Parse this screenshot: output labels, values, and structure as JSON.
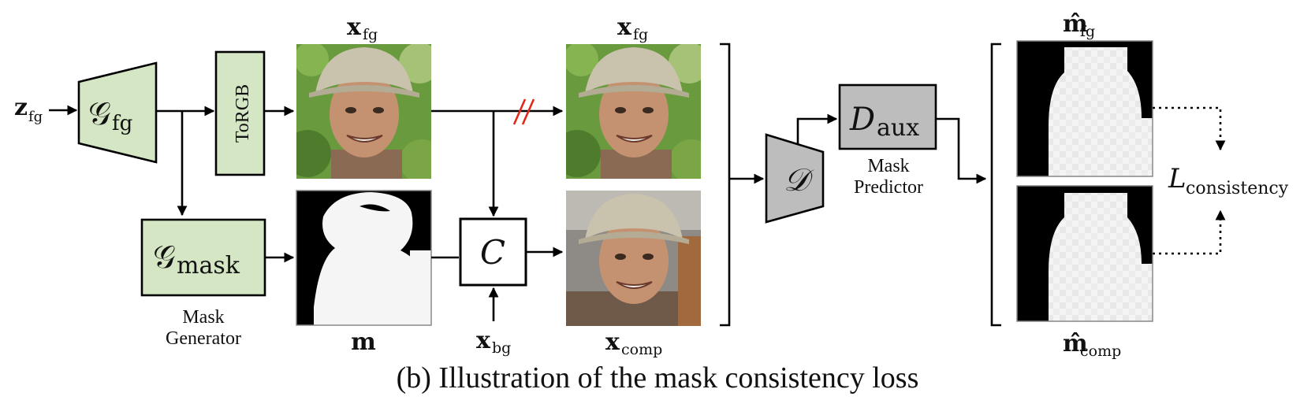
{
  "title": "(b) Illustration of the mask consistency loss",
  "colors": {
    "generator_fill": "#d4e6c3",
    "discriminator_fill": "#bdbdbd",
    "strike_mark": "#e0291b",
    "line": "#000000"
  },
  "inputs": {
    "z_fg": {
      "base": "z",
      "sub": "fg"
    },
    "x_bg": {
      "base": "x",
      "sub": "bg"
    }
  },
  "generator_fg": {
    "base": "𝒢",
    "sub": "fg"
  },
  "to_rgb": {
    "label": "ToRGB"
  },
  "generator_mask": {
    "base": "𝒢",
    "sub": "mask",
    "caption_line1": "Mask",
    "caption_line2": "Generator"
  },
  "composite": {
    "label": "C"
  },
  "images": {
    "x_fg_top": {
      "base": "x",
      "sub": "fg"
    },
    "mask_m": {
      "label": "m"
    },
    "x_fg_right": {
      "base": "x",
      "sub": "fg"
    },
    "x_comp": {
      "base": "x",
      "sub": "comp"
    }
  },
  "discriminator": {
    "label": "𝒟"
  },
  "mask_predictor": {
    "base": "D",
    "sub": "aux",
    "caption_line1": "Mask",
    "caption_line2": "Predictor"
  },
  "outputs": {
    "m_fg": {
      "base": "m̂",
      "sub": "fg"
    },
    "m_comp": {
      "base": "m̂",
      "sub": "comp"
    }
  },
  "loss": {
    "base": "L",
    "sub": "consistency"
  }
}
